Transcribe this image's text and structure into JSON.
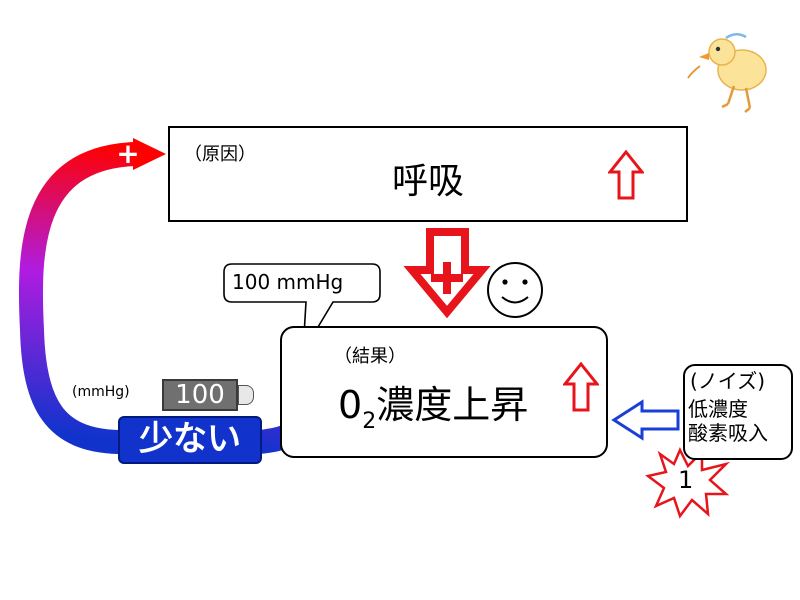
{
  "cause": {
    "tag": "（原因）",
    "label": "呼吸",
    "trend_icon": "up-arrow-icon"
  },
  "result": {
    "tag": "（結果）",
    "o2_main": "0",
    "o2_sub": "2",
    "label": "濃度上昇",
    "trend_icon": "up-arrow-icon"
  },
  "callout": {
    "text": "100 mmHg"
  },
  "noise": {
    "tag": "(ノイズ)",
    "line1": "低濃度",
    "line2": "酸素吸入",
    "burst_label": "1"
  },
  "gauge": {
    "unit": "(mmHg)",
    "value": "100"
  },
  "sensor": {
    "label": "少ない"
  },
  "signs": {
    "plus": "+"
  },
  "colors": {
    "accent_red": "#e8141b",
    "loop_red": "#ff0000",
    "loop_purple": "#7a22ee",
    "loop_blue": "#1133cc",
    "noise_arrow_blue": "#1a3fd6",
    "gauge_gray": "#707070"
  }
}
